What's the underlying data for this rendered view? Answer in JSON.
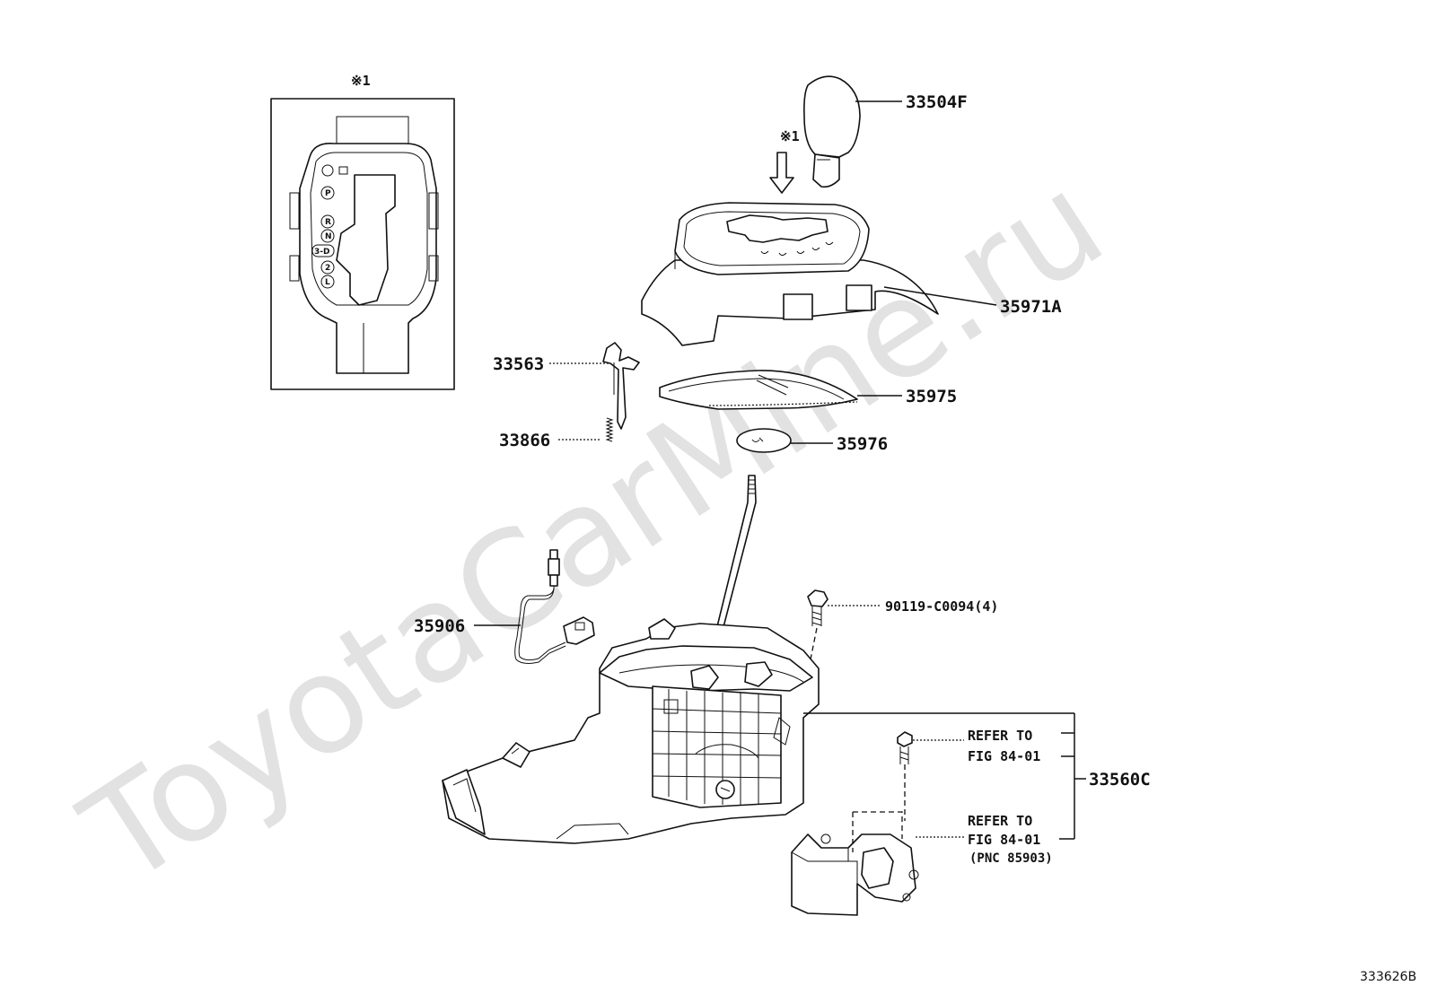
{
  "watermark": "ToyotaCarMine.ru",
  "inset": {
    "note_mark": "※1",
    "gears": [
      "P",
      "R",
      "N",
      "3-D",
      "2",
      "L"
    ]
  },
  "arrow_note": "※1",
  "parts": {
    "p33504F": "33504F",
    "p35971A": "35971A",
    "p33563": "33563",
    "p35975": "35975",
    "p33866": "33866",
    "p35976": "35976",
    "p90119": "90119-C0094(4)",
    "p35906": "35906",
    "p33560C": "33560C"
  },
  "refs": {
    "ref1_line1": "REFER TO",
    "ref1_line2": "FIG 84-01",
    "ref2_line1": "REFER TO",
    "ref2_line2": "FIG 84-01",
    "ref2_line3": "(PNC 85903)"
  },
  "figure_id": "333626B"
}
